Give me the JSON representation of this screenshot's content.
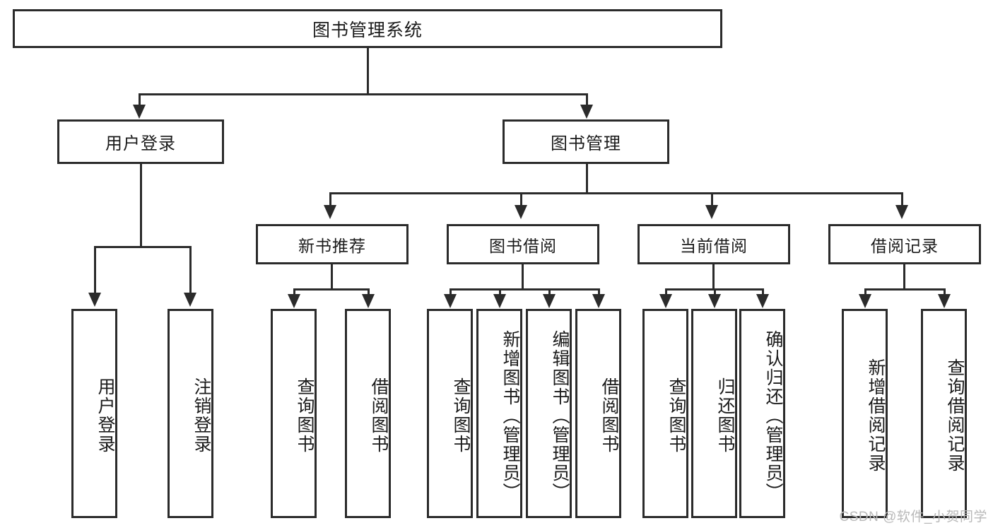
{
  "diagram": {
    "type": "tree-hierarchy-chart",
    "title": "图书管理系统",
    "watermark": "CSDN @软件_小贺同学",
    "colors": {
      "stroke": "#2b2b2b",
      "fill": "#ffffff",
      "text": "#1b1b1b",
      "watermark": "#b9b9b9"
    },
    "levels": {
      "root": {
        "label": "图书管理系统"
      },
      "level2": [
        {
          "label": "用户登录"
        },
        {
          "label": "图书管理"
        }
      ],
      "level3": [
        {
          "label": "新书推荐"
        },
        {
          "label": "图书借阅"
        },
        {
          "label": "当前借阅"
        },
        {
          "label": "借阅记录"
        }
      ],
      "leaves": {
        "user_login": [
          {
            "label": "用户登录"
          },
          {
            "label": "注销登录"
          }
        ],
        "new_book_recommend": [
          {
            "label": "查询图书"
          },
          {
            "label": "借阅图书"
          }
        ],
        "book_borrow": [
          {
            "label": "查询图书"
          },
          {
            "label": "新增图书（管理员）"
          },
          {
            "label": "编辑图书（管理员）"
          },
          {
            "label": "借阅图书"
          }
        ],
        "current_borrow": [
          {
            "label": "查询图书"
          },
          {
            "label": "归还图书"
          },
          {
            "label": "确认归还（管理员）"
          }
        ],
        "borrow_record": [
          {
            "label": "新增借阅记录"
          },
          {
            "label": "查询借阅记录"
          }
        ]
      }
    }
  }
}
